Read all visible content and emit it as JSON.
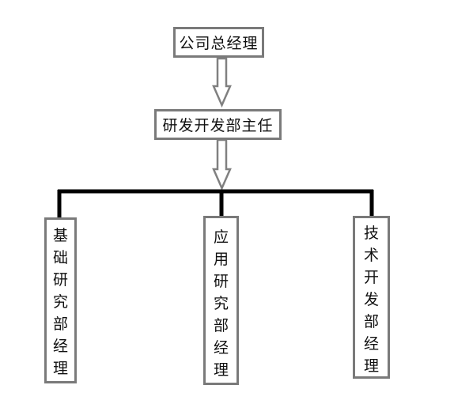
{
  "org_chart": {
    "top": {
      "label": "公司总经理"
    },
    "middle": {
      "label": "研发开发部主任"
    },
    "departments": [
      {
        "label": "基础研究部经理"
      },
      {
        "label": "应用研究部经理"
      },
      {
        "label": "技术开发部经理"
      }
    ]
  }
}
